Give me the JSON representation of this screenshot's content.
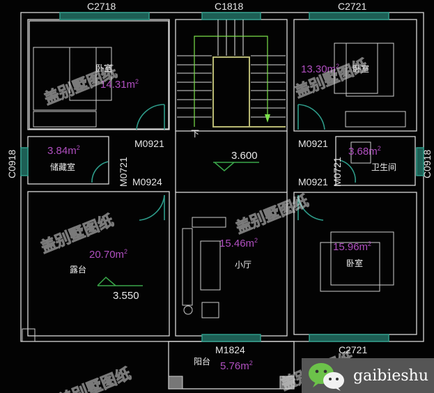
{
  "plan": {
    "windows": [
      {
        "id": "C2718",
        "label": "C2718"
      },
      {
        "id": "C1818",
        "label": "C1818"
      },
      {
        "id": "C2721_top",
        "label": "C2721"
      },
      {
        "id": "C0918_left",
        "label": "C0918"
      },
      {
        "id": "C0918_right",
        "label": "C0918"
      },
      {
        "id": "C2721_bottom",
        "label": "C2721"
      }
    ],
    "doors": [
      {
        "label": "M0921"
      },
      {
        "label": "M0721"
      },
      {
        "label": "M0924"
      },
      {
        "label": "M0921"
      },
      {
        "label": "M0721"
      },
      {
        "label": "M0921"
      },
      {
        "label": "M1824"
      }
    ],
    "rooms": [
      {
        "name": "卧室",
        "area": "14.31m",
        "sup": "2"
      },
      {
        "name": "卧室",
        "area": "13.30m",
        "sup": "2"
      },
      {
        "name": "储藏室",
        "area": "3.84m",
        "sup": "2"
      },
      {
        "name": "卫生间",
        "area": "3.68m",
        "sup": "2"
      },
      {
        "name": "露台",
        "area": "20.70m",
        "sup": "2"
      },
      {
        "name": "小厅",
        "area": "15.46m",
        "sup": "2"
      },
      {
        "name": "卧室",
        "area": "15.96m",
        "sup": "2"
      },
      {
        "name": "阳台",
        "area": "5.76m",
        "sup": "2"
      }
    ],
    "stair_label": "下",
    "levels": [
      {
        "value": "3.600"
      },
      {
        "value": "3.550"
      }
    ],
    "watermark": "盖别墅图纸"
  },
  "badge": {
    "icon": "wechat-icon",
    "name": "gaibieshu"
  },
  "colors": {
    "background": "#030303",
    "wall": "#d8d8d8",
    "window": "#2e9c8a",
    "area_text": "#b04fc0",
    "stair_arrow": "#7be04a",
    "stair_core": "#b8b873",
    "level_marker": "#3aa64a"
  }
}
